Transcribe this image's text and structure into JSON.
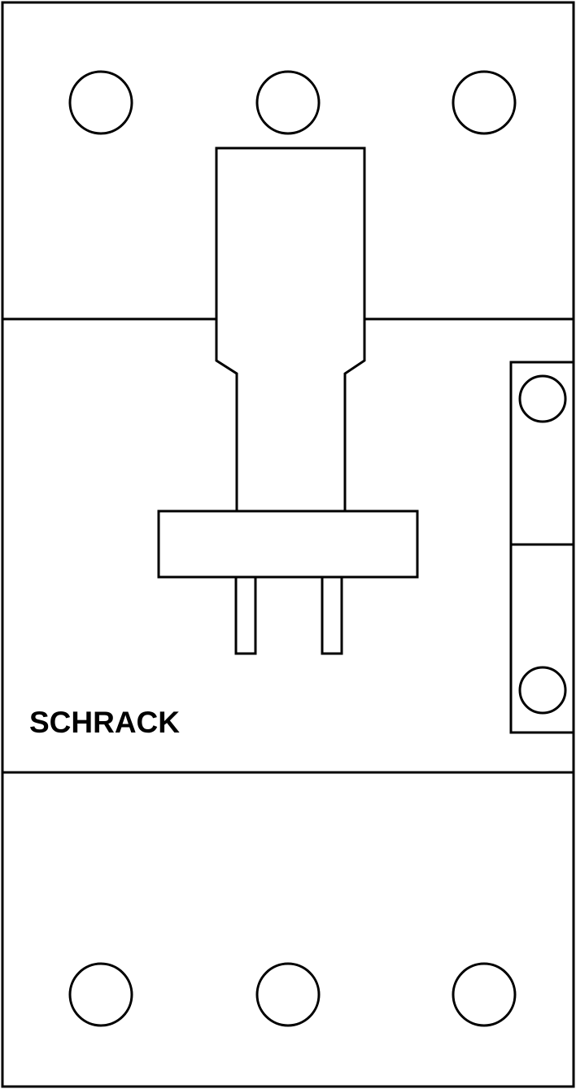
{
  "diagram": {
    "brand": "SCHRACK",
    "colors": {
      "stroke": "#000000",
      "fill": "#ffffff"
    },
    "top_terminals": [
      "terminal",
      "terminal",
      "terminal"
    ],
    "bottom_terminals": [
      "terminal",
      "terminal",
      "terminal"
    ],
    "auxiliary_terminals": [
      "terminal",
      "terminal"
    ]
  }
}
